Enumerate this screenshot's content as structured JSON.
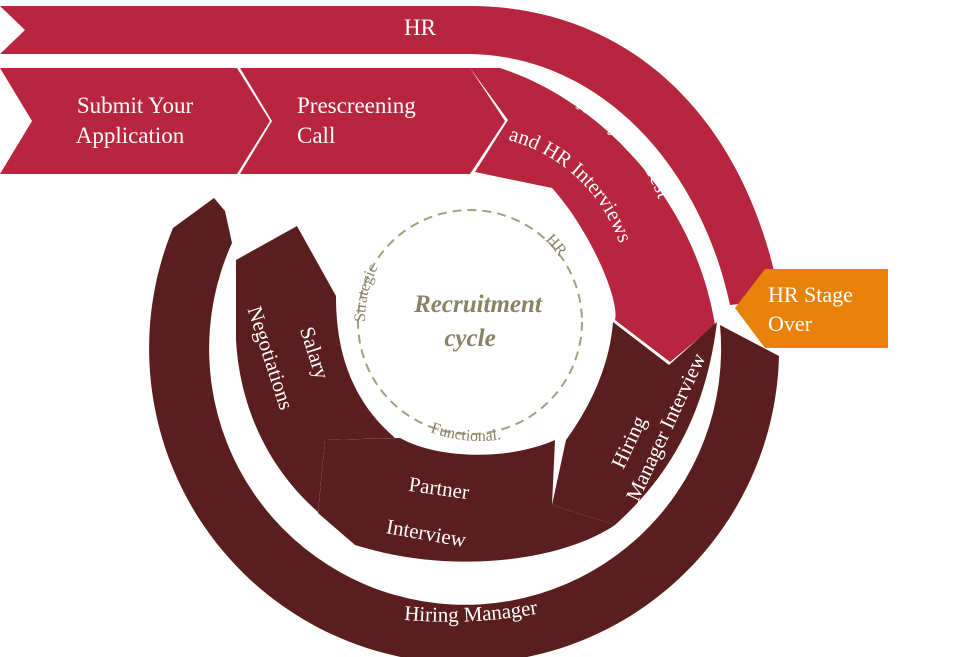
{
  "colors": {
    "hr_red": "#b8253e",
    "dark_brown": "#5a1e1e",
    "orange": "#e8820b",
    "center_text": "#8a8264",
    "dash": "#a59e83",
    "white": "#ffffff"
  },
  "banner": {
    "label": "HR"
  },
  "steps": [
    {
      "line1": "Submit Your",
      "line2": "Application"
    },
    {
      "line1": "Prescreening",
      "line2": "Call"
    }
  ],
  "arc_labels": {
    "analytical": "Analytical Test",
    "hr_interviews": "and HR Interviews",
    "hiring_manager_interview_1": "Hiring",
    "hiring_manager_interview_2": "Manager Interview",
    "partner_1": "Partner",
    "partner_2": "Interview",
    "salary_1": "Salary",
    "salary_2": "Negotiations",
    "hiring_manager": "Hiring Manager"
  },
  "hr_stage_over": {
    "line1": "HR Stage",
    "line2": "Over"
  },
  "center": {
    "line1": "Recruitment",
    "line2": "cycle",
    "strategic": "Strategic",
    "hr": "HR",
    "functional": "Functional."
  }
}
